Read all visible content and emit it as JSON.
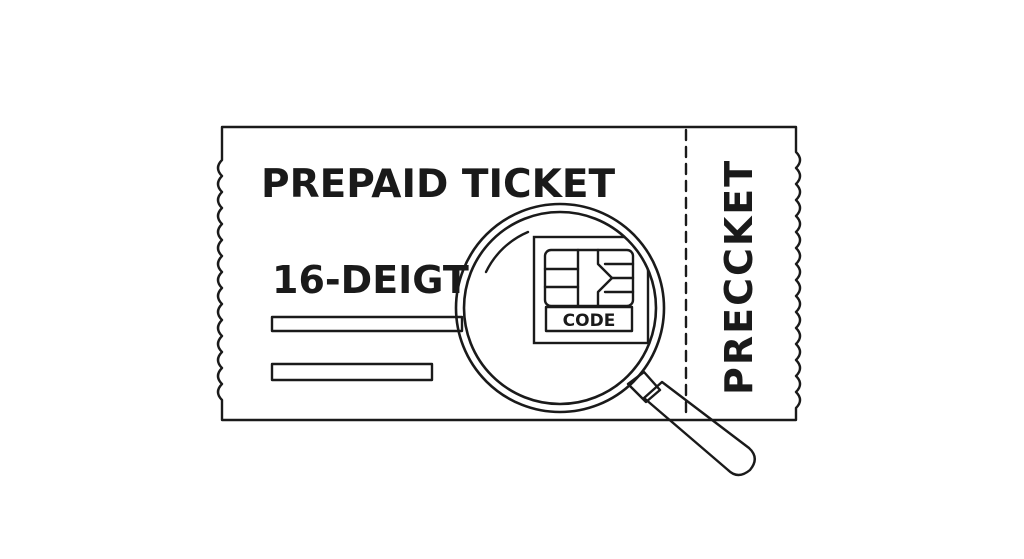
{
  "ticket": {
    "title": "PREPAID TICKET",
    "code_label": "16-DEIGT",
    "stub_label": "PRECCKET"
  },
  "chip": {
    "label": "CODE"
  }
}
